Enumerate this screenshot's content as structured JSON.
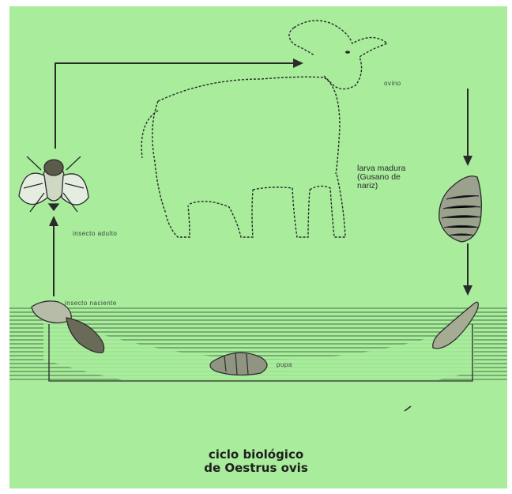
{
  "labels": {
    "ovine_host": "ovino",
    "mature_larva": "larva madura\n(Gusano de\nnariz)",
    "adult_insect": "insecto adulto",
    "newborn_insect": "insecto naciente",
    "pupa": "pupa"
  },
  "title": {
    "line1": "ciclo biológico",
    "line2": "de Oestrus ovis"
  },
  "colors": {
    "background": "#a8ec9c",
    "ink": "#2a2a2a",
    "soil_lines": "#5a8a5a"
  }
}
